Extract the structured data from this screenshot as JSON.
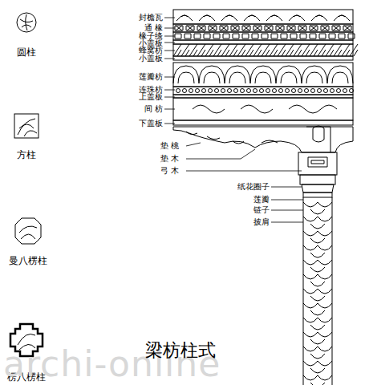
{
  "diagram": {
    "caption": "梁枋柱式",
    "labels": [
      "圆柱",
      "方柱",
      "曼八楞柱",
      "楞八楞柱",
      "封檐瓦",
      "通 椽",
      "椽子绦",
      "小盖板",
      "蜂窝枋",
      "小盖板",
      "莲瓣枋",
      "连珠枋",
      "上盖板",
      "间 枋",
      "下盖板",
      "垫 桃",
      "垫 木",
      "弓 木",
      "纸花圈子",
      "莲瓣",
      "链子",
      "披肩",
      "archi-online"
    ]
  }
}
